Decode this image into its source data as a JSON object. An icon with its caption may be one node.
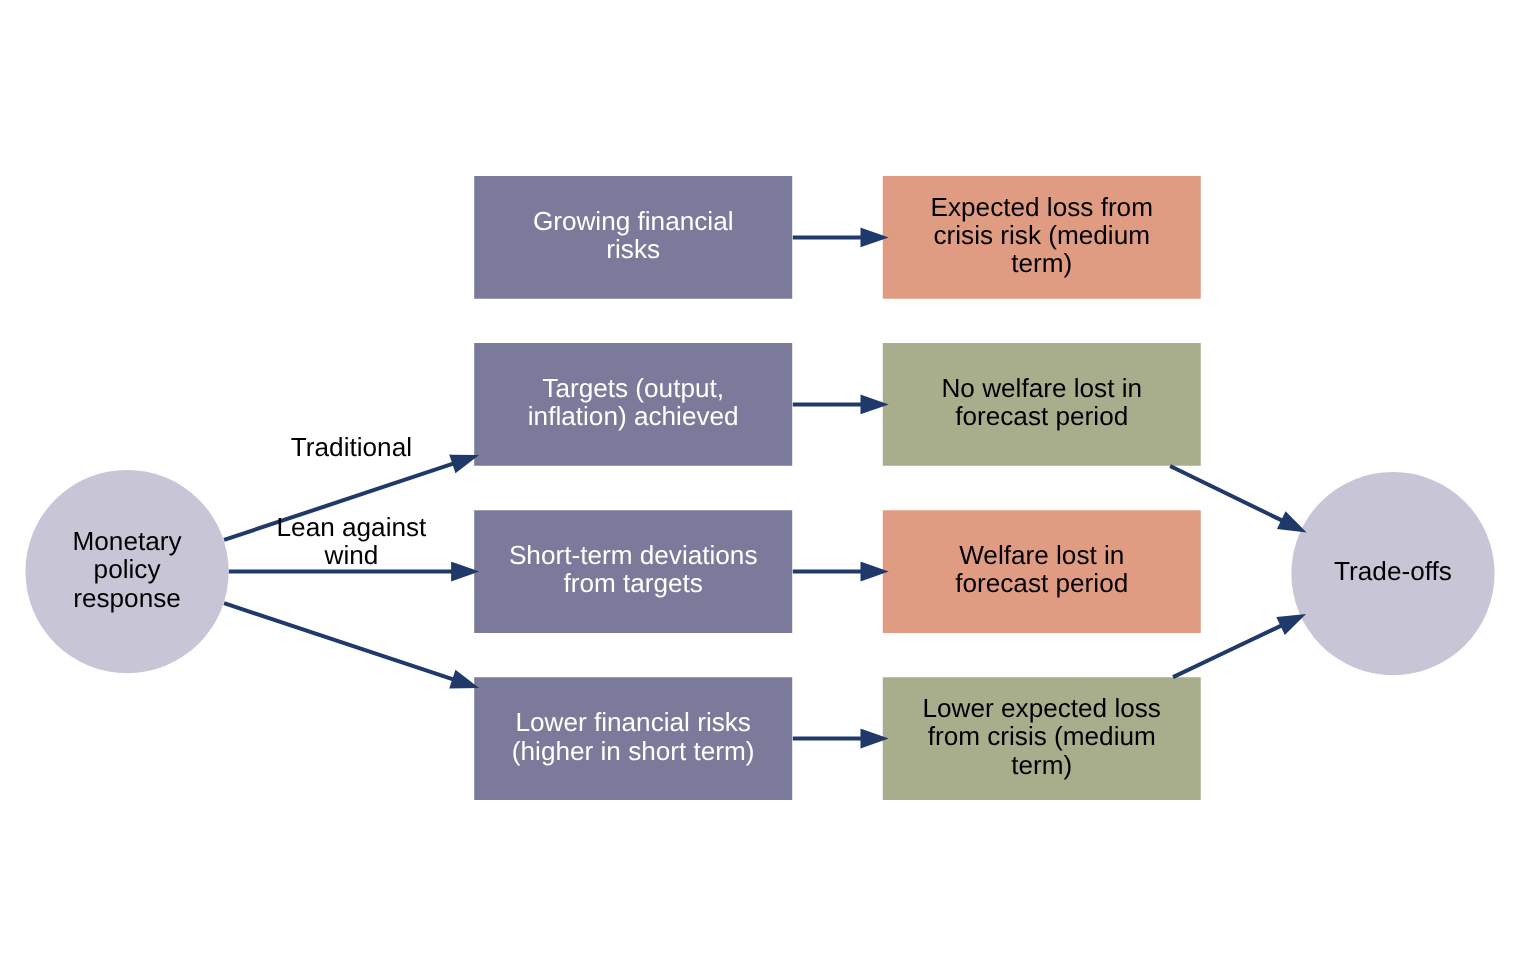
{
  "diagram": {
    "nodes": [
      {
        "text": [
          "Monetary policy response"
        ]
      },
      {
        "text": [
          "Targets (output, inflation) achieved"
        ]
      },
      {
        "text": [
          "No welfare lost in forecast period"
        ]
      },
      {
        "text": [
          "Growing financial risks"
        ]
      },
      {
        "text": [
          "Expected loss from crisis risk (medium term)"
        ]
      },
      {
        "text": [
          "Short-term deviations from targets"
        ]
      },
      {
        "text": [
          "Welfare lost in forecast period"
        ]
      },
      {
        "text": [
          "Lower financial risks (higher in short term)"
        ]
      },
      {
        "text": [
          "Lower expected loss from crisis (medium term)"
        ]
      },
      {
        "text": [
          "Trade-offs"
        ]
      }
    ],
    "edges": [
      {
        "from": 0,
        "to": 1,
        "arrow": "to",
        "label": "Traditional"
      },
      {
        "from": 1,
        "to": 2,
        "arrow": "to"
      },
      {
        "from": 3,
        "to": 4,
        "arrow": "to"
      },
      {
        "from": 0,
        "to": 5,
        "arrow": "to",
        "label": "Lean against wind"
      },
      {
        "from": 0,
        "to": 7,
        "arrow": "to"
      },
      {
        "from": 5,
        "to": 6,
        "arrow": "to"
      },
      {
        "from": 7,
        "to": 8,
        "arrow": "to"
      },
      {
        "from": 2,
        "to": 9,
        "arrow": "to"
      },
      {
        "from": 8,
        "to": 9,
        "arrow": "to"
      }
    ]
  }
}
